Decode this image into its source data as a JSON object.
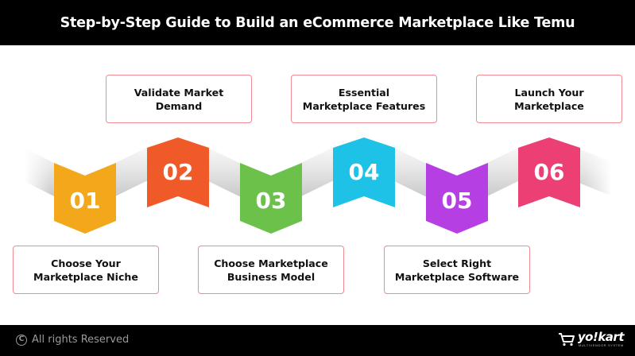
{
  "header": {
    "title": "Step-by-Step Guide to Build an eCommerce Marketplace Like Temu"
  },
  "steps": [
    {
      "number": "01",
      "label": "Choose Your\nMarketplace Niche",
      "color": "#f3a81c"
    },
    {
      "number": "02",
      "label": "Validate Market\nDemand",
      "color": "#f05a28"
    },
    {
      "number": "03",
      "label": "Choose Marketplace\nBusiness Model",
      "color": "#6cc14a"
    },
    {
      "number": "04",
      "label": "Essential\nMarketplace Features",
      "color": "#1ec2e6"
    },
    {
      "number": "05",
      "label": "Select Right\nMarketplace Software",
      "color": "#b63fe3"
    },
    {
      "number": "06",
      "label": "Launch Your\nMarketplace",
      "color": "#ec3f74"
    }
  ],
  "footer": {
    "copyright_icon": "copyright-icon",
    "copyright": "All rights Reserved",
    "brand": "yo!kart",
    "brand_tagline": "MULTIVENDOR SYSTEM",
    "brand_icon": "cart-icon"
  }
}
